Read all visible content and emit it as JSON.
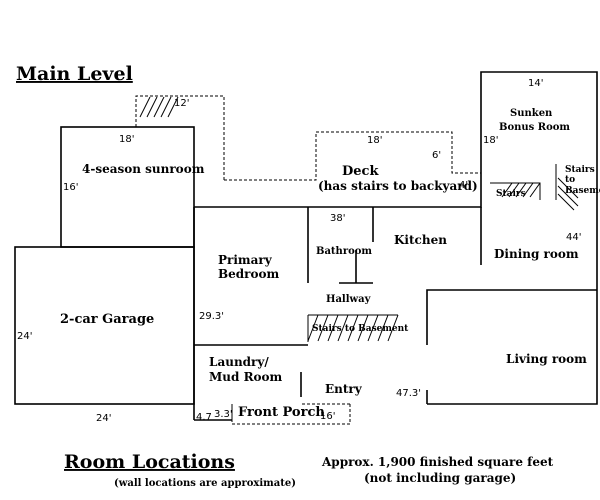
{
  "title": "Main Level",
  "rooms": {
    "sunroom": "4-season sunroom",
    "garage": "2-car Garage",
    "deck": "Deck",
    "deck_note": "(has stairs to backyard)",
    "primary_1": "Primary",
    "primary_2": "Bedroom",
    "bathroom": "Bathroom",
    "kitchen": "Kitchen",
    "hallway": "Hallway",
    "stairs_basement": "Stairs to Basement",
    "laundry_1": "Laundry/",
    "laundry_2": "Mud Room",
    "entry": "Entry",
    "front_porch": "Front Porch",
    "sunken_1": "Sunken",
    "sunken_2": "Bonus Room",
    "stairs_small": "Stairs",
    "stairs_to_basement_1": "Stairs",
    "stairs_to_basement_2": "to",
    "stairs_to_basement_3": "Basement",
    "dining": "Dining room",
    "living": "Living room"
  },
  "dimensions": {
    "top_bump": "12'",
    "sunroom_width": "18'",
    "sunroom_depth": "16'",
    "deck_width": "18'",
    "deck_depth": "6'",
    "deck_stairs": "4'",
    "bonus_width": "14'",
    "bonus_depth": "18'",
    "house_width": "38'",
    "house_depth": "44'",
    "garage_depth": "24'",
    "garage_width": "24'",
    "primary_span": "29.3'",
    "living_span": "47.3'",
    "porch_a": "4.7",
    "porch_b": "3.3'",
    "porch_c": "16'"
  },
  "footer": {
    "legend_title": "Room Locations",
    "legend_note": "(wall locations are approximate)",
    "sqft_line": "Approx. 1,900 finished square feet",
    "sqft_note": "(not including garage)"
  }
}
